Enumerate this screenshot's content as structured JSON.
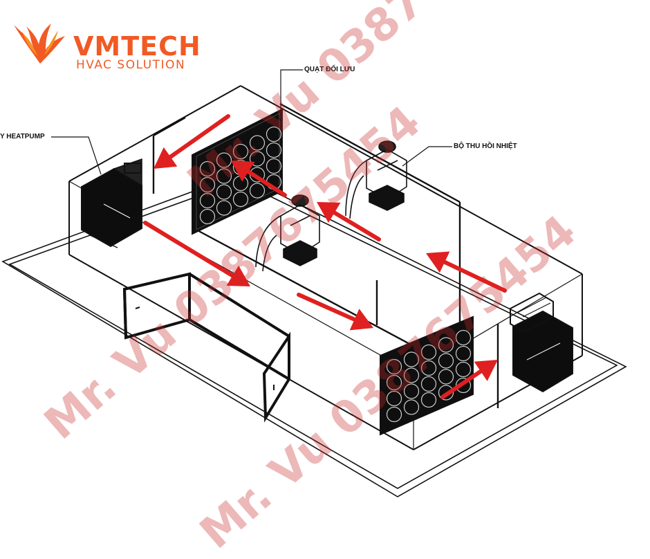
{
  "logo": {
    "brand": "VMTECH",
    "tagline": "HVAC SOLUTION",
    "brand_color": "#f15a24"
  },
  "labels": {
    "heatpump": "Y HEATPUMP",
    "fan": "QUẠT ĐỐI LƯU",
    "heat_recovery": "BỘ THU HỒI NHIỆT"
  },
  "watermarks": {
    "text_1": "Mr. Vu 0387675454",
    "text_2": "Mr. Vu 0387675454",
    "text_3": "Mr. Vu 0387675454",
    "color": "#c82828"
  },
  "colors": {
    "line": "#111111",
    "arrow": "#e02020"
  }
}
